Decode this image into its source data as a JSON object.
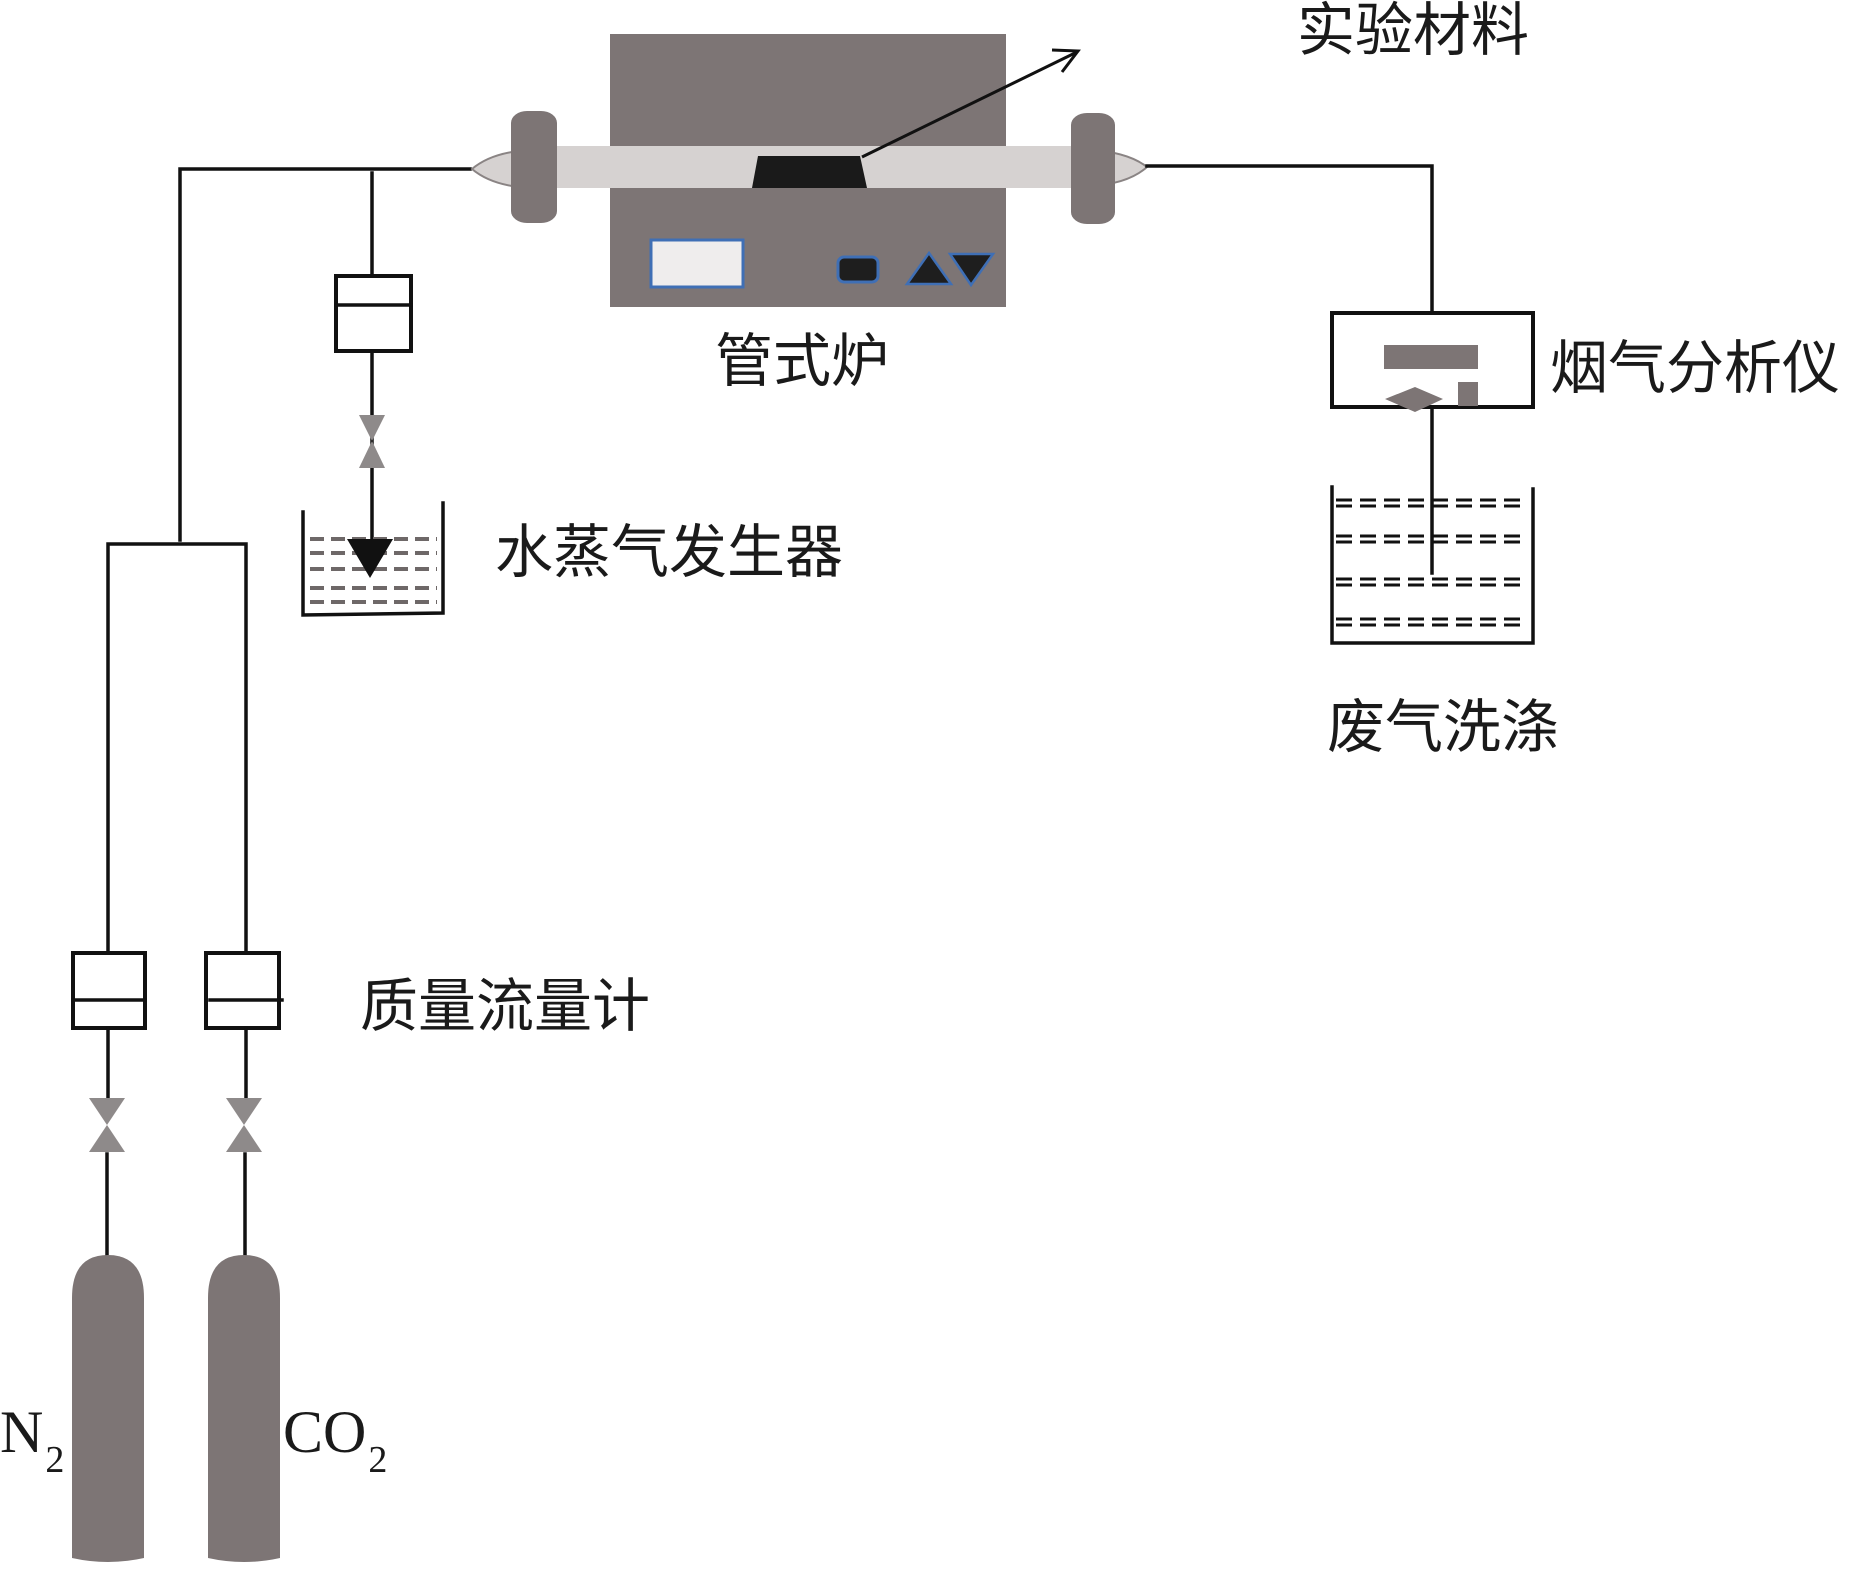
{
  "title": "管式炉实验装置示意图",
  "labels": {
    "sample": "实验材料",
    "furnace": "管式炉",
    "analyzer": "烟气分析仪",
    "steam_generator": "水蒸气发生器",
    "scrubber": "废气洗涤",
    "mass_flow_meter": "质量流量计"
  },
  "gases": [
    {
      "symbol": "N",
      "subscript": "2"
    },
    {
      "symbol": "CO",
      "subscript": "2"
    }
  ],
  "colors": {
    "equipment_gray": "#7d7575",
    "tube_light": "#d6d2d1",
    "sample_black": "#1a1a1a",
    "panel_display": "#efeded",
    "panel_border_blue": "#3f6fb5",
    "valve_gray": "#8e8a8a",
    "line": "#111111"
  }
}
